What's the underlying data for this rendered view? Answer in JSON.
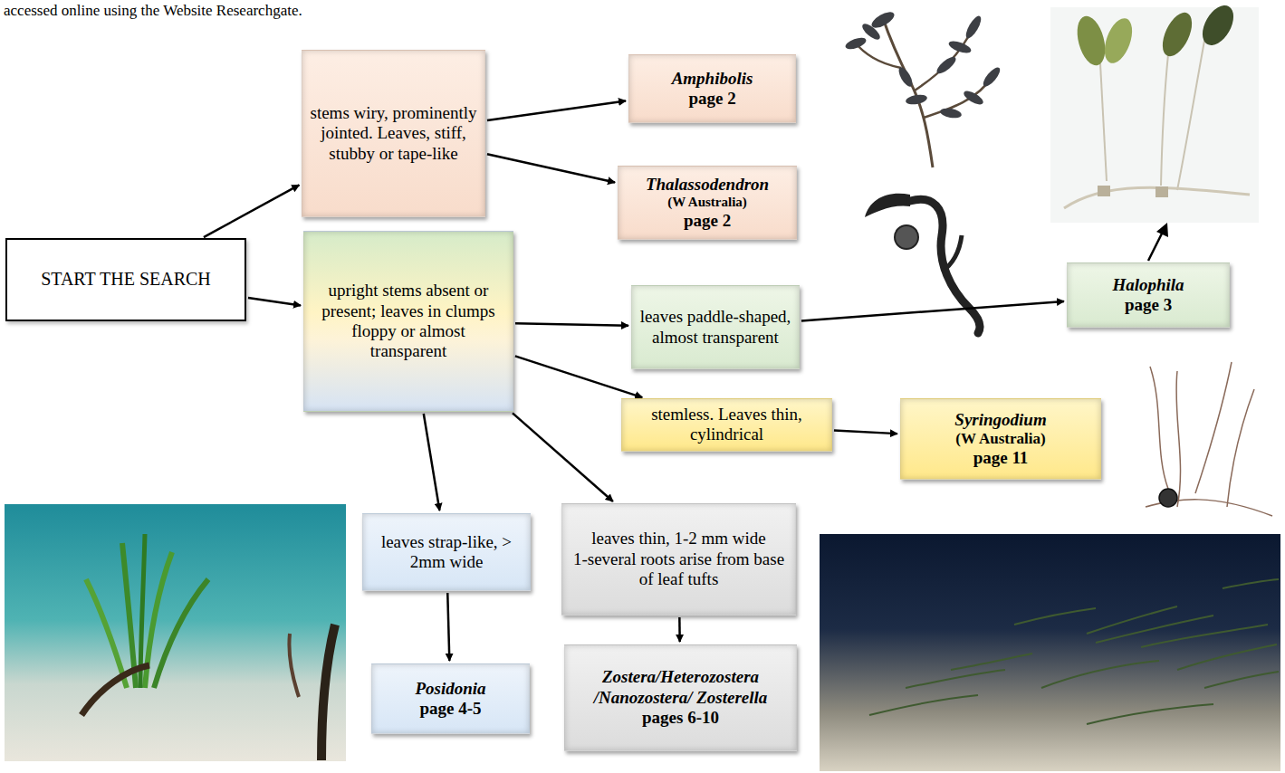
{
  "diagram": {
    "nodes": [
      {
        "text": [
          "START THE SEARCH"
        ]
      },
      {
        "text": [
          "stems wiry, prominently jointed. Leaves, stiff, stubby or tape-like"
        ]
      },
      {
        "text": [
          "Amphibolis",
          "page 2"
        ]
      },
      {
        "text": [
          "Thalassodendron",
          "(W Australia)",
          "page 2"
        ]
      },
      {
        "text": [
          "upright stems absent or present; leaves in clumps floppy or almost transparent"
        ]
      },
      {
        "text": [
          "leaves paddle-shaped, almost transparent"
        ]
      },
      {
        "text": [
          "Halophila",
          "page 3"
        ]
      },
      {
        "text": [
          "stemless. Leaves thin, cylindrical"
        ]
      },
      {
        "text": [
          "Syringodium",
          "(W Australia)",
          "page 11"
        ]
      },
      {
        "text": [
          "leaves strap-like, > 2mm wide"
        ]
      },
      {
        "text": [
          "Posidonia",
          "page 4-5"
        ]
      },
      {
        "text": [
          "leaves thin, 1-2 mm wide",
          "1-several roots arise from base of leaf tufts"
        ]
      },
      {
        "text": [
          "Zostera/Heterozostera /Nanozostera/ Zosterella",
          "pages 6-10"
        ]
      }
    ],
    "edges": [
      {
        "from": 0,
        "to": 1,
        "arrow": "to"
      },
      {
        "from": 0,
        "to": 4,
        "arrow": "to"
      },
      {
        "from": 1,
        "to": 2,
        "arrow": "to"
      },
      {
        "from": 1,
        "to": 3,
        "arrow": "to"
      },
      {
        "from": 4,
        "to": 5,
        "arrow": "to"
      },
      {
        "from": 4,
        "to": 7,
        "arrow": "to"
      },
      {
        "from": 4,
        "to": 9,
        "arrow": "to"
      },
      {
        "from": 4,
        "to": 11,
        "arrow": "to"
      },
      {
        "from": 5,
        "to": 6,
        "arrow": "to"
      },
      {
        "from": 7,
        "to": 8,
        "arrow": "to"
      },
      {
        "from": 9,
        "to": 10,
        "arrow": "to"
      },
      {
        "from": 11,
        "to": 12,
        "arrow": "to"
      }
    ],
    "labels": [
      "accessed online using the Website Researchgate."
    ]
  }
}
